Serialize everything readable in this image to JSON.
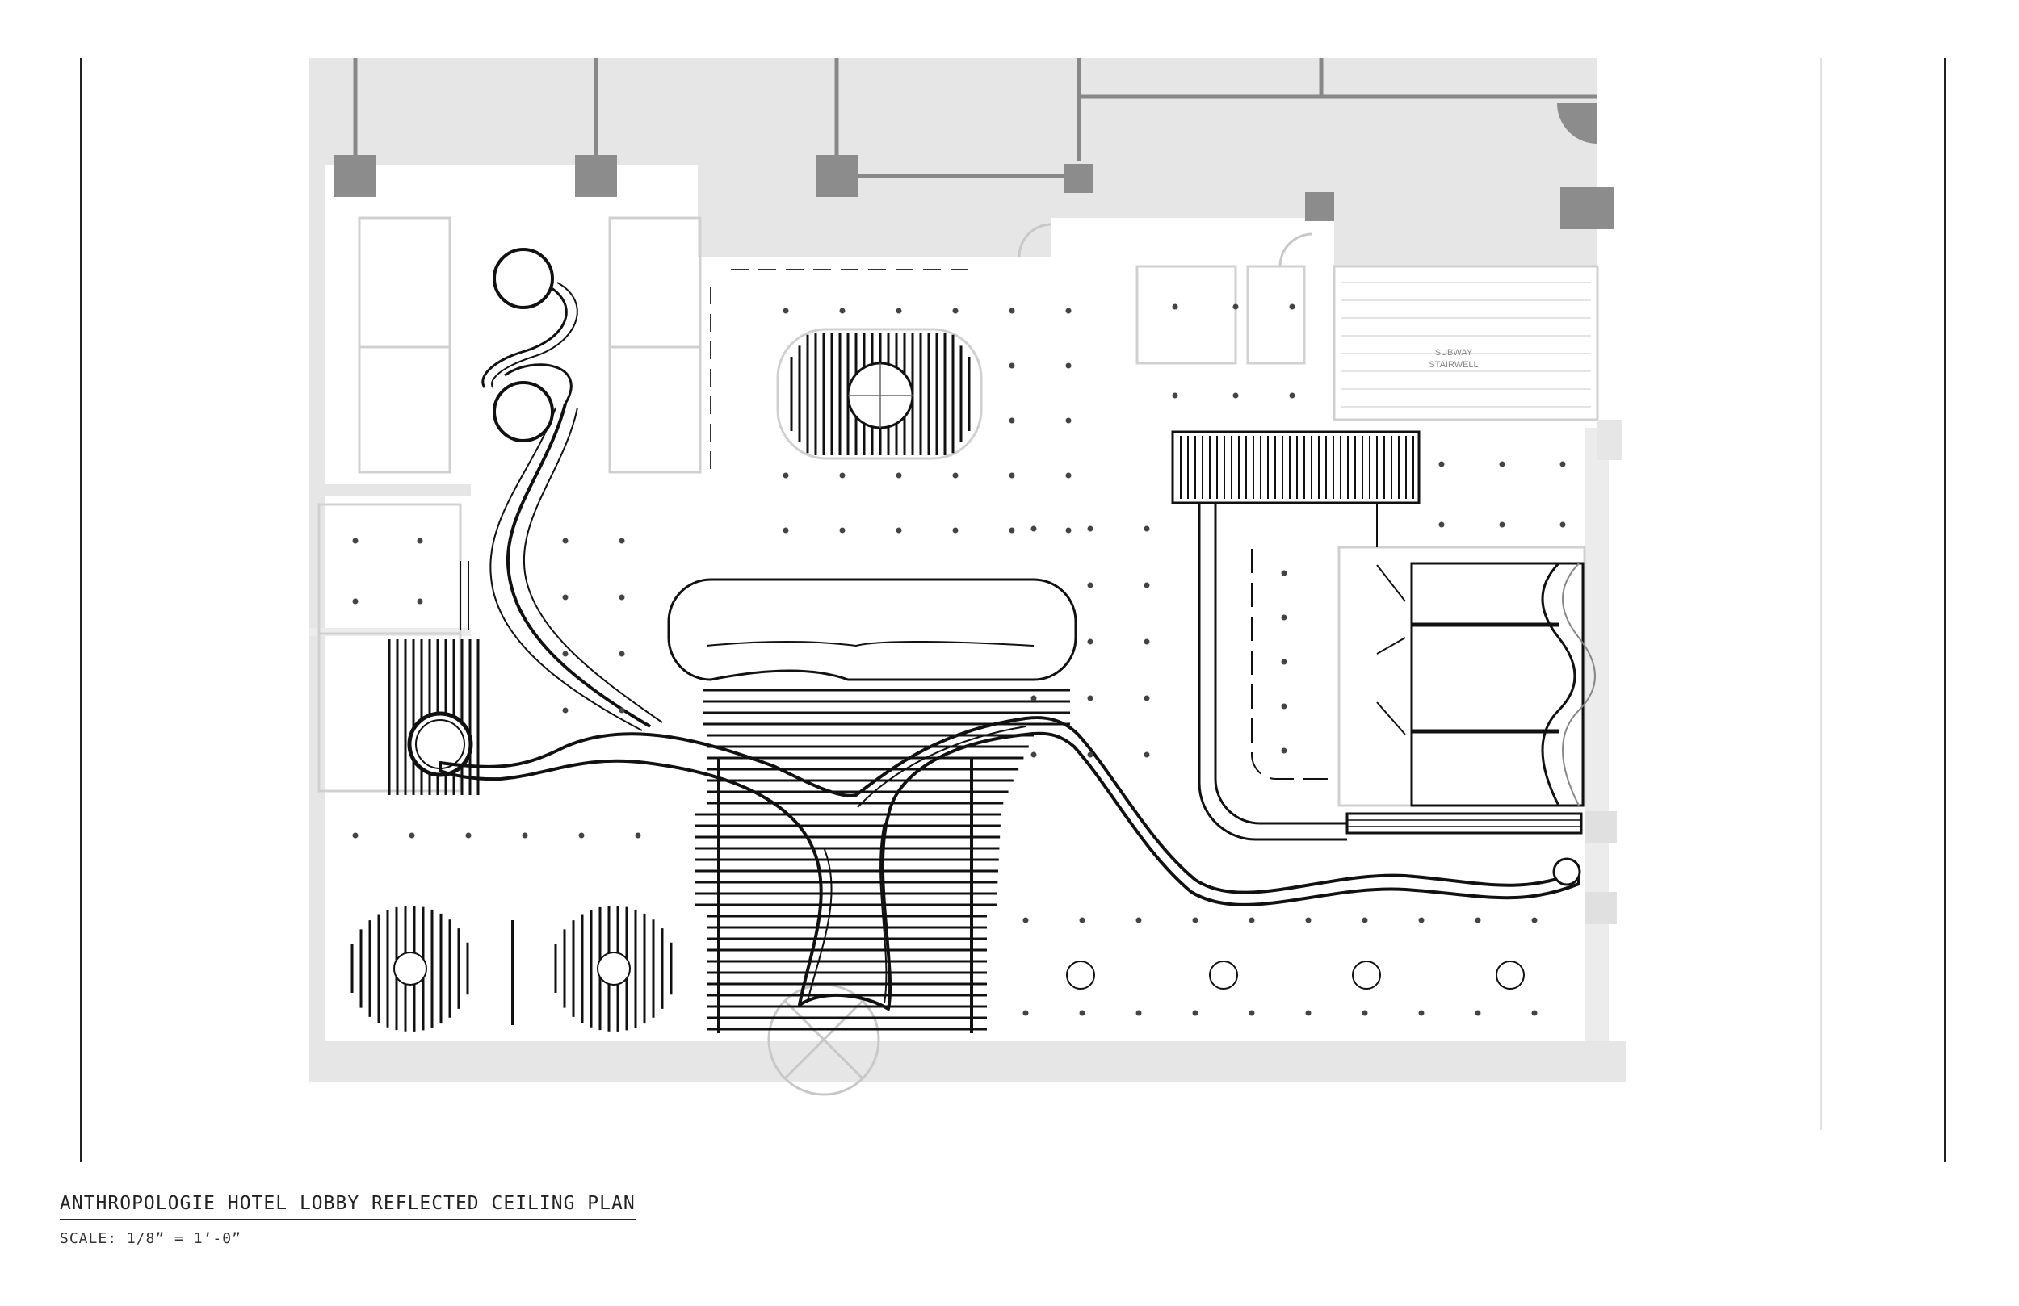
{
  "drawing": {
    "title": "ANTHROPOLOGIE HOTEL LOBBY REFLECTED CEILING PLAN",
    "scale": "SCALE: 1/8” = 1’-0”"
  },
  "rooms": {
    "stairwell_label_line1": "SUBWAY",
    "stairwell_label_line2": "STAIRWELL"
  },
  "colors": {
    "ink": "#111111",
    "wall_fill": "#e6e6e6",
    "column_fill": "#8c8c8c",
    "light_line": "#c8c8c8"
  }
}
